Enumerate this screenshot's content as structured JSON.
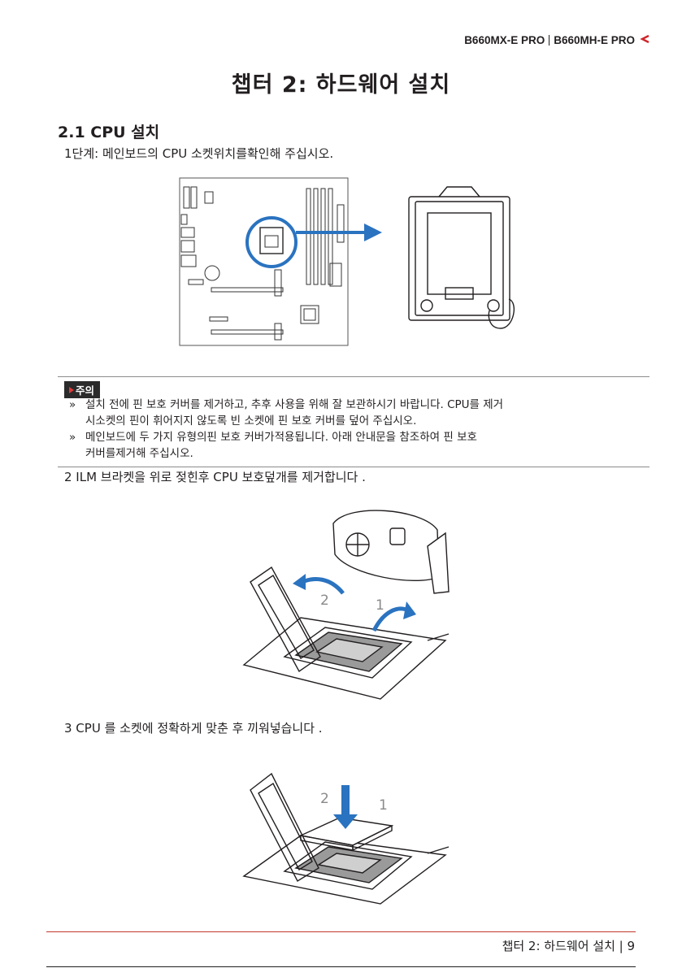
{
  "header": {
    "model_a": "B660MX-E PRO",
    "model_b": "B660MH-E PRO",
    "accent_color": "#d0252a"
  },
  "chapter_title": "챕터 2: 하드웨어 설치",
  "section_title": "2.1 CPU 설치",
  "steps": [
    {
      "text": "1단계: 메인보드의 CPU 소켓위치를확인해 주십시오."
    },
    {
      "text": "2 ILM 브라켓을 위로 젖힌후 CPU 보호덮개를 제거합니다 ."
    },
    {
      "text": "3 CPU 를 소켓에 정확하게 맞춘 후 끼워넣습니다 ."
    }
  ],
  "caution": {
    "label": "주의",
    "items": [
      {
        "bullet": "»",
        "line1": "설치 전에 핀 보호 커버를 제거하고, 추후 사용을 위해 잘 보관하시기 바랍니다. CPU를 제거",
        "line2": "시소켓의 핀이 휘어지지 않도록 빈 소켓에 핀 보호 커버를 덮어 주십시오."
      },
      {
        "bullet": "»",
        "line1": "메인보드에 두 가지 유형의핀 보호 커버가적용됩니다. 아래 안내문을 참조하여 핀 보호",
        "line2": "커버를제거해 주십시오."
      }
    ]
  },
  "figure2_labels": {
    "step_a": "2",
    "step_b": "1"
  },
  "figure3_labels": {
    "step_a": "2",
    "step_b": "1"
  },
  "footer": {
    "text": "챕터 2: 하드웨어 설치 | 9"
  },
  "icons": {
    "header_arrow": "chevron-left-icon",
    "caution_triangle": "caution-triangle-icon",
    "blue_arrow_color": "#2a73c0"
  }
}
